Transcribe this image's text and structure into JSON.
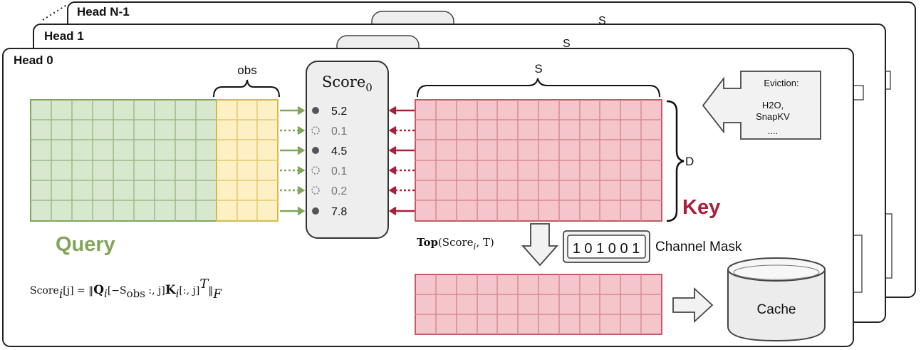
{
  "heads": {
    "back_label": "Head N-1",
    "mid_label": "Head 1",
    "front_label": "Head 0",
    "back_s": "S",
    "mid_s": "S"
  },
  "query": {
    "label": "Query",
    "obs_label": "obs",
    "color": "#82a55a"
  },
  "score_panel": {
    "title": "Score",
    "title_sub": "0",
    "values": [
      "5.2",
      "0.1",
      "4.5",
      "0.1",
      "0.2",
      "7.8"
    ],
    "selected": [
      true,
      false,
      true,
      false,
      false,
      true
    ]
  },
  "key": {
    "label": "Key",
    "s_label": "S",
    "d_label": "D",
    "color": "#a8203a"
  },
  "eviction": {
    "title": "Eviction:",
    "line1": "H2O,",
    "line2": "SnapKV",
    "line3": "...."
  },
  "topk": {
    "func": "Top",
    "args_open": "(Score",
    "args_sub": "i",
    "args_close": ", T)"
  },
  "channel_mask": {
    "bits": "1 0 1 0 0 1",
    "label": "Channel Mask"
  },
  "cache": {
    "label": "Cache"
  },
  "formula": {
    "score": "Score",
    "sub_i": "i",
    "index": "[j] = ‖",
    "q": "Q",
    "q_args": "[−S",
    "obs_sub": "obs",
    "q_args2": " :, j]",
    "k": "K",
    "k_args": "[:, j]",
    "sup_t": "T",
    "norm_end": "‖",
    "sub_f": "F"
  }
}
